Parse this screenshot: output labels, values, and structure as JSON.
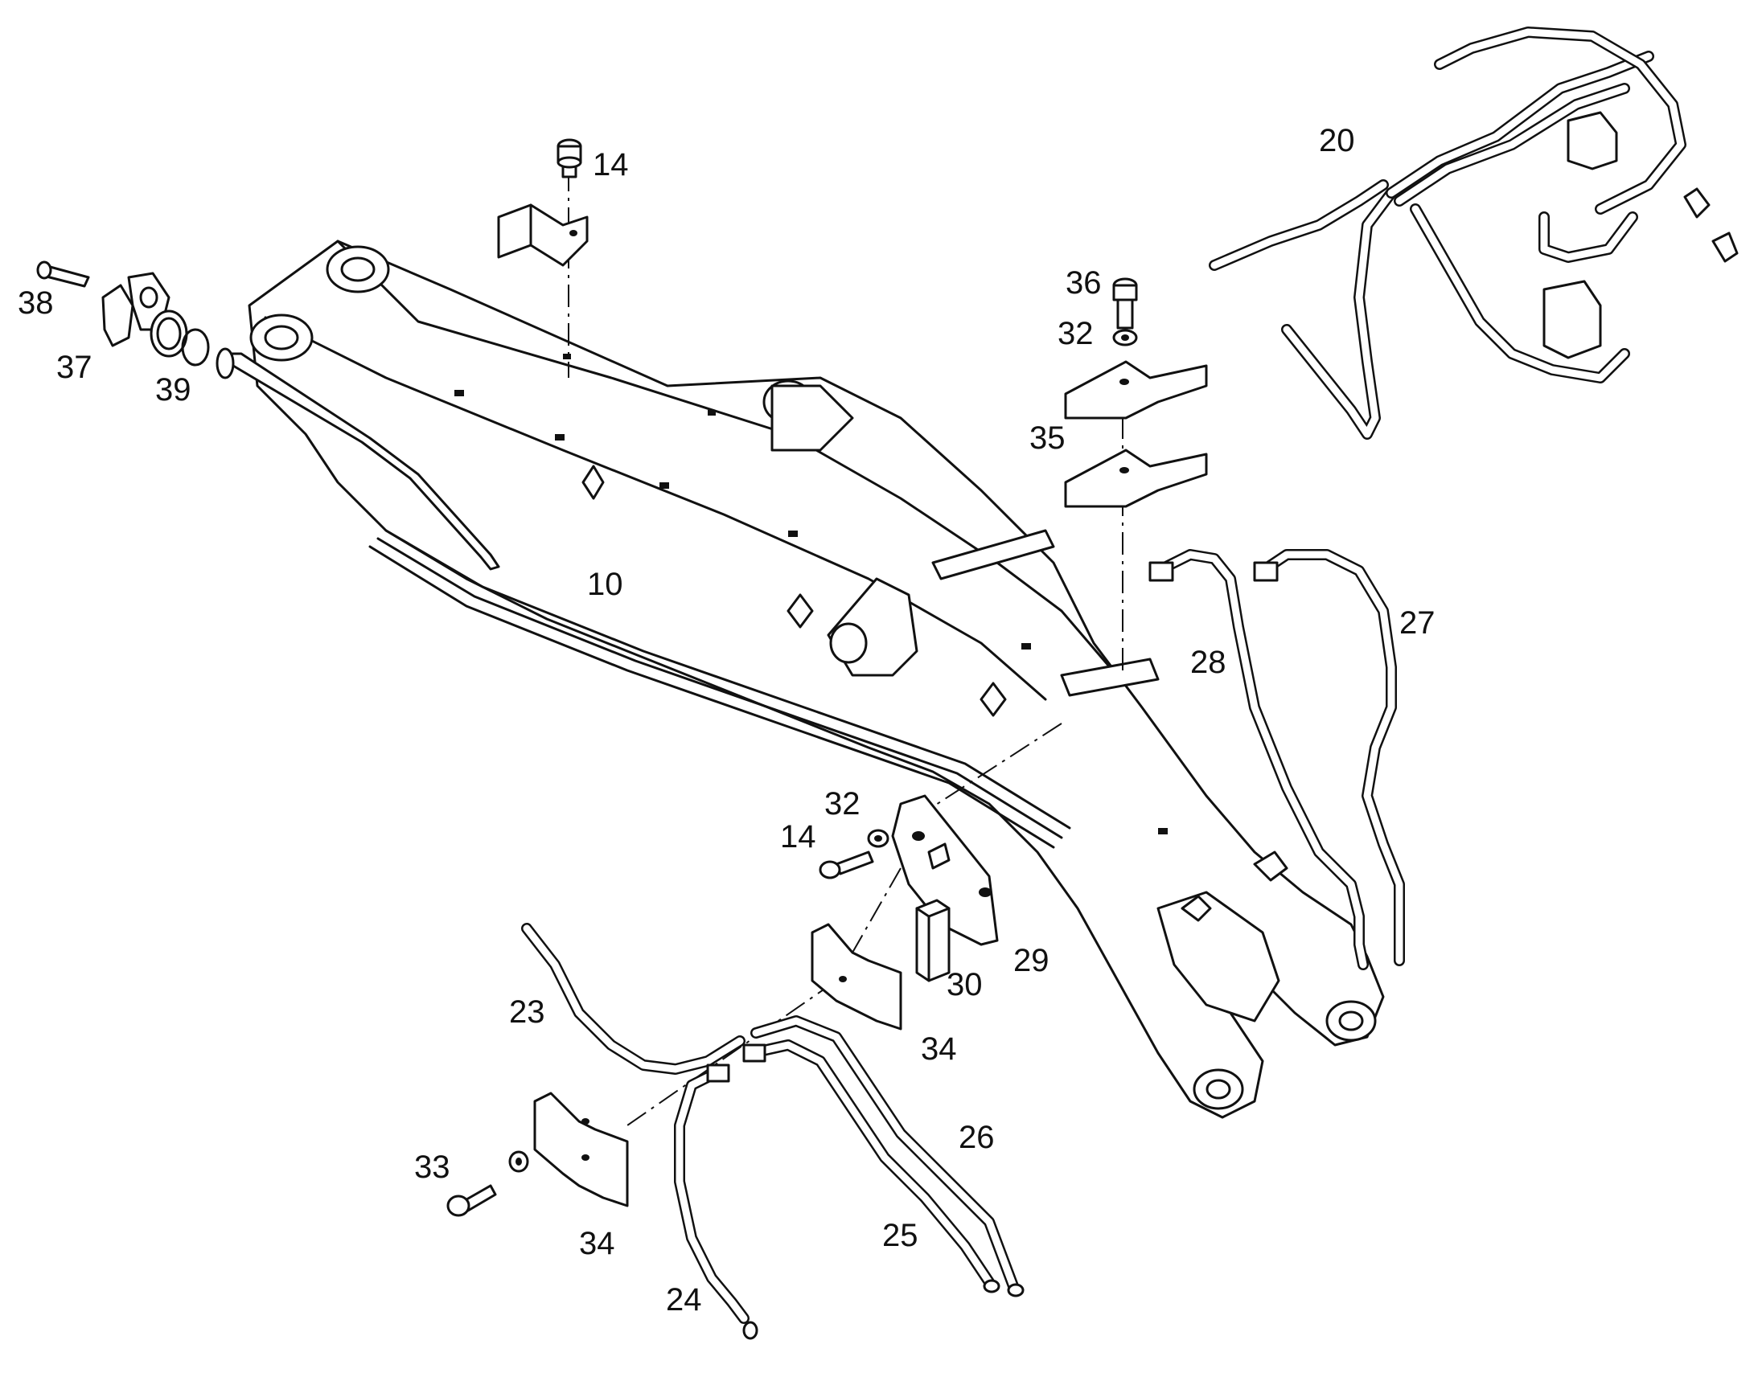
{
  "diagram": {
    "labels": {
      "l10": "10",
      "l14a": "14",
      "l14b": "14",
      "l20": "20",
      "l23": "23",
      "l24": "24",
      "l25": "25",
      "l26": "26",
      "l27": "27",
      "l28": "28",
      "l29": "29",
      "l30": "30",
      "l32a": "32",
      "l32b": "32",
      "l33": "33",
      "l34a": "34",
      "l34b": "34",
      "l35": "35",
      "l36": "36",
      "l37": "37",
      "l38": "38",
      "l39": "39"
    }
  }
}
